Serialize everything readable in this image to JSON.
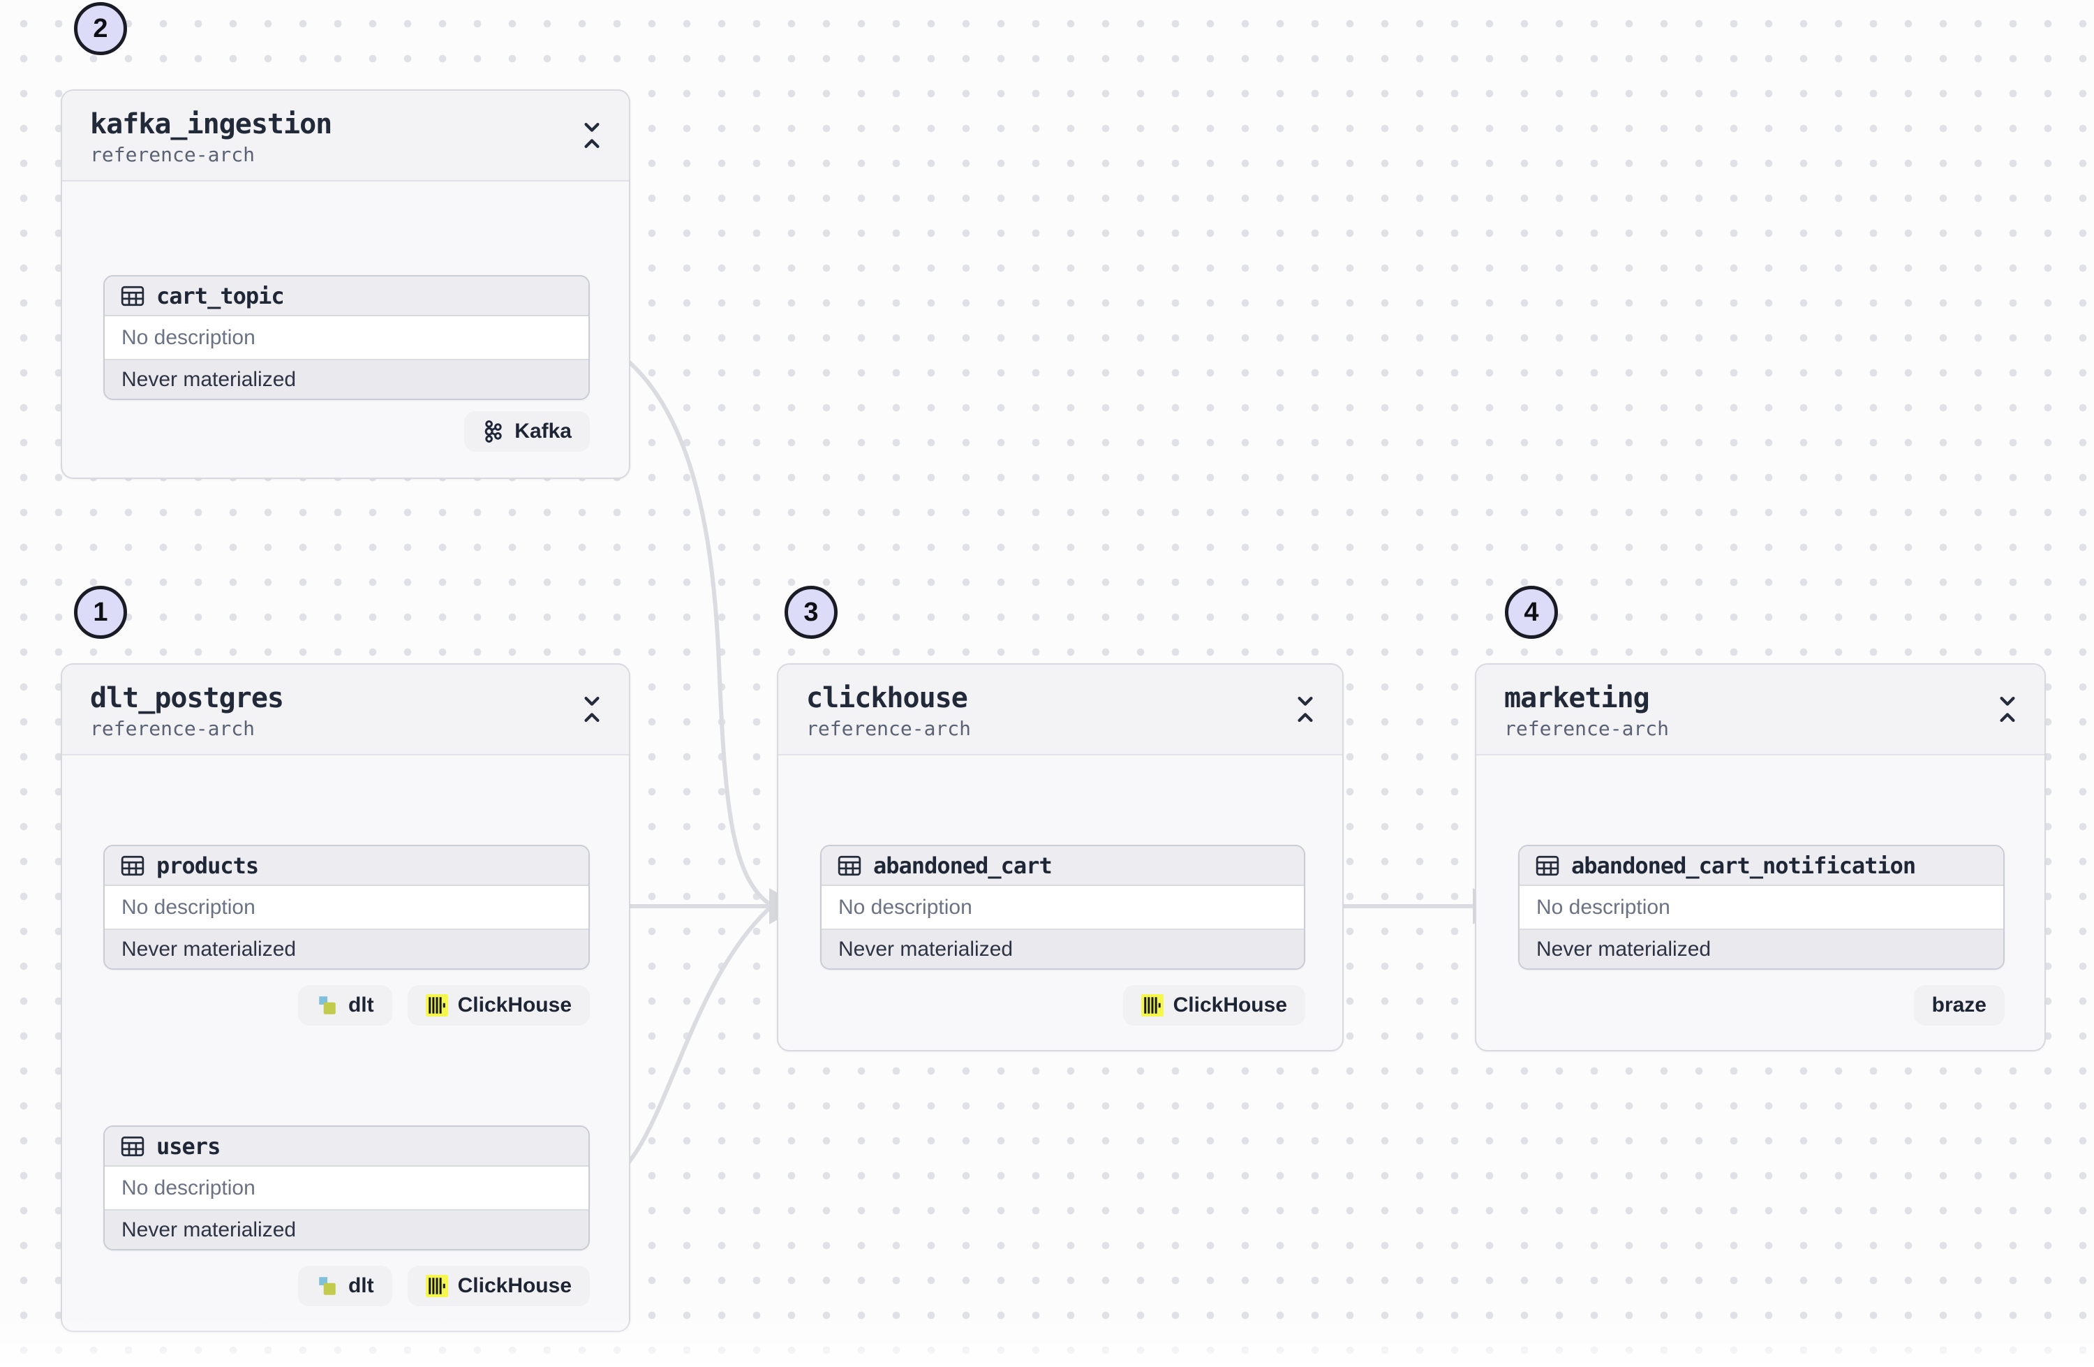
{
  "groups": [
    {
      "badge": "2",
      "title": "kafka_ingestion",
      "subtitle": "reference-arch"
    },
    {
      "badge": "1",
      "title": "dlt_postgres",
      "subtitle": "reference-arch"
    },
    {
      "badge": "3",
      "title": "clickhouse",
      "subtitle": "reference-arch"
    },
    {
      "badge": "4",
      "title": "marketing",
      "subtitle": "reference-arch"
    }
  ],
  "assets": [
    {
      "name": "cart_topic",
      "description": "No description",
      "status": "Never materialized"
    },
    {
      "name": "products",
      "description": "No description",
      "status": "Never materialized"
    },
    {
      "name": "users",
      "description": "No description",
      "status": "Never materialized"
    },
    {
      "name": "abandoned_cart",
      "description": "No description",
      "status": "Never materialized"
    },
    {
      "name": "abandoned_cart_notification",
      "description": "No description",
      "status": "Never materialized"
    }
  ],
  "tags": {
    "kafka": "Kafka",
    "dlt": "dlt",
    "clickhouse": "ClickHouse",
    "braze": "braze"
  },
  "icons": {
    "table": "table-icon",
    "collapse": "collapse-vertical-icon",
    "kafka": "kafka-icon",
    "dlt": "dlt-icon",
    "clickhouse": "clickhouse-icon"
  },
  "colors": {
    "canvas_bg": "#fcfcfd",
    "dot": "#e0e1e7",
    "edge": "#dadce1",
    "group_bg": "#f8f8fa",
    "group_header_bg": "#f3f3f6",
    "group_border": "#d8d9de",
    "asset_header_bg": "#ededf1",
    "asset_status_bg": "#e9e9ee",
    "step_badge_bg": "#dcdbf8",
    "pill_bg": "#f1f1f4",
    "clickhouse_yellow": "#f5f74e",
    "dlt_blue": "#7fc0dd",
    "dlt_olive": "#c3cb4d",
    "text_dark": "#212839",
    "text_muted": "#6a7283"
  }
}
